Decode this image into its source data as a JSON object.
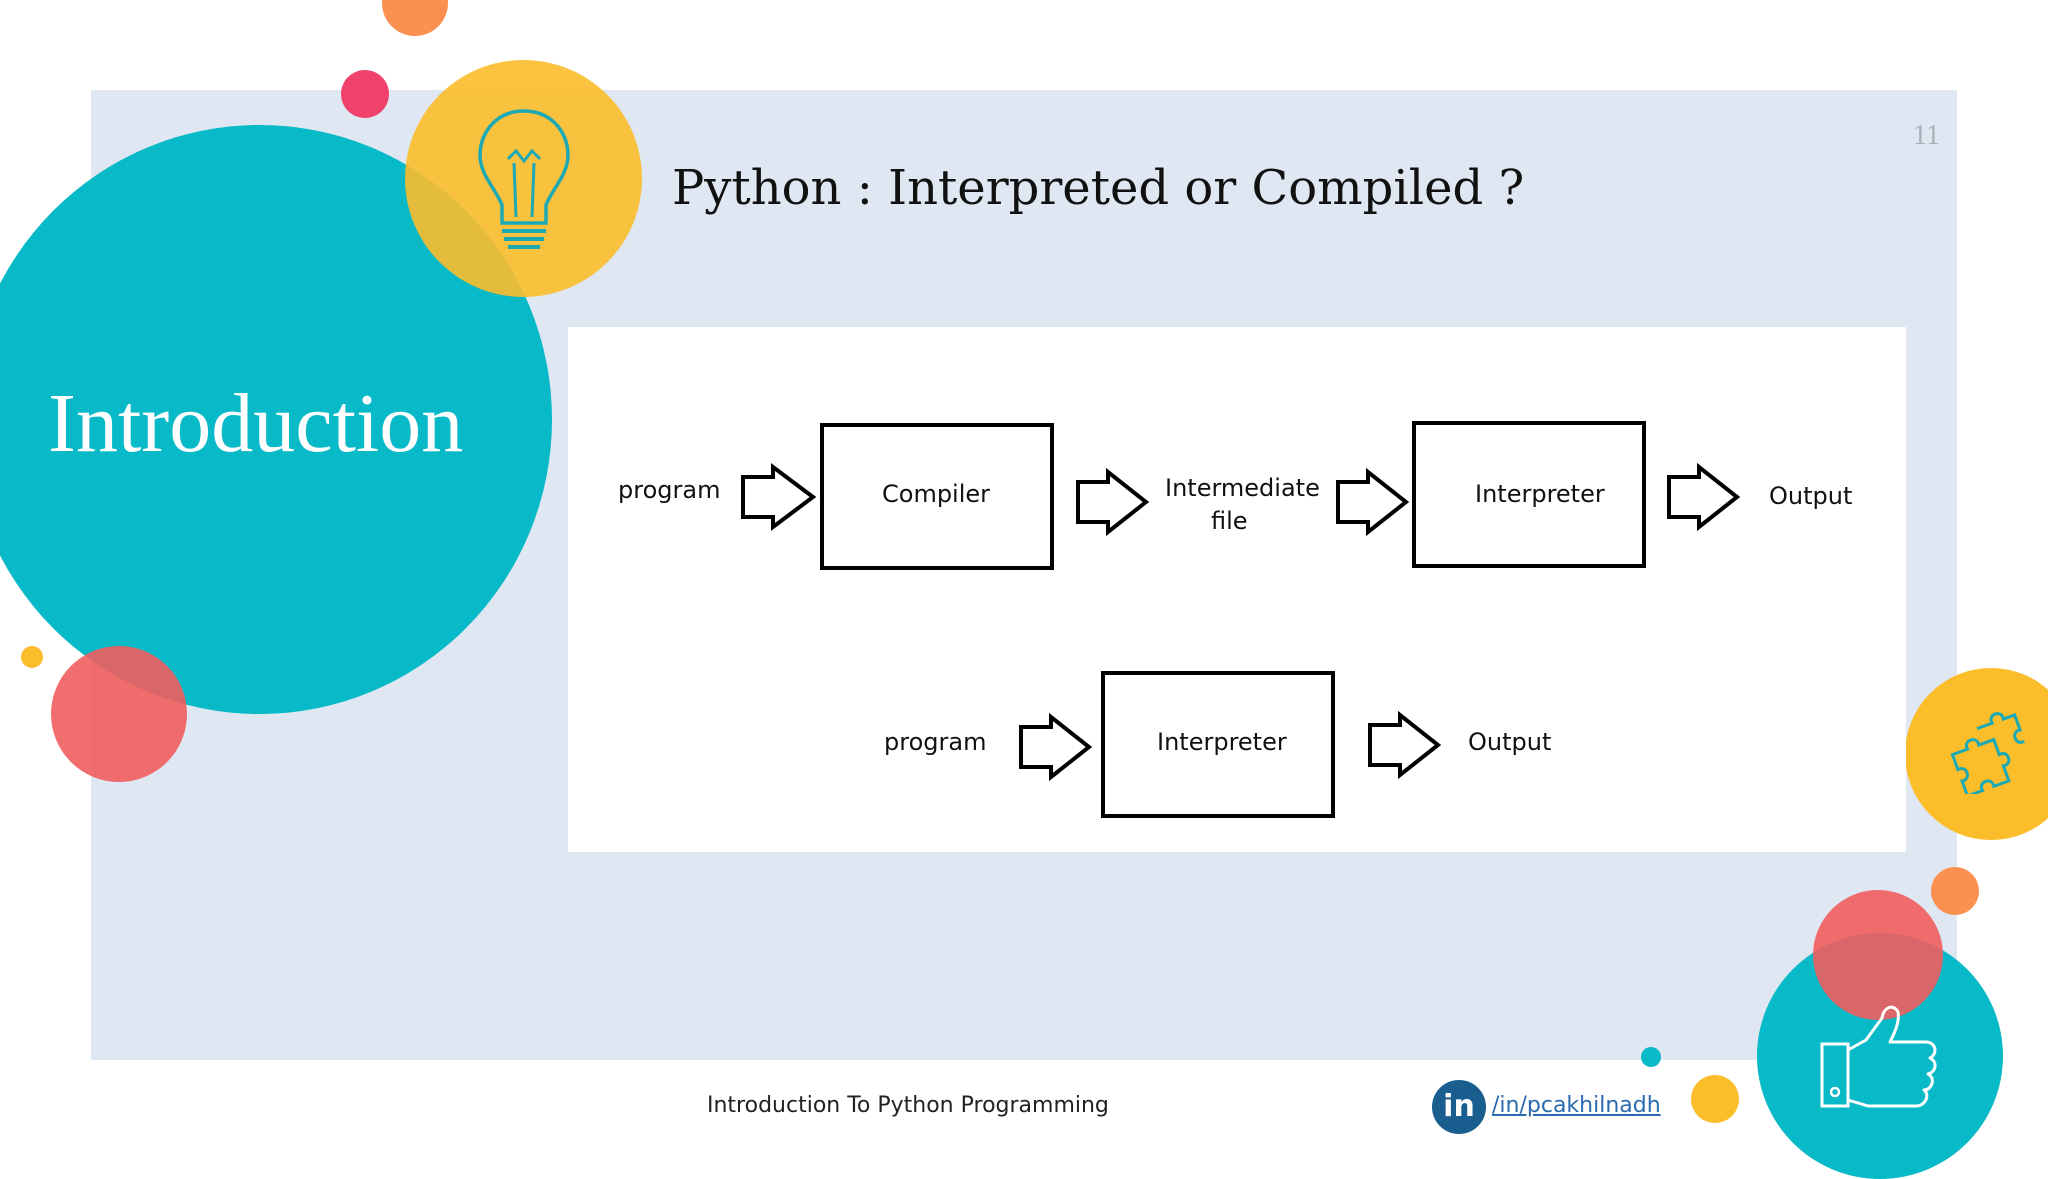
{
  "slide": {
    "number": "11",
    "title": "Python : Interpreted or Compiled ?",
    "section_title": "Introduction"
  },
  "diagram": {
    "row1": {
      "program": "program",
      "compiler": "Compiler",
      "intermediate_line1": "Intermediate",
      "intermediate_line2": "file",
      "interpreter": "Interpreter",
      "output": "Output"
    },
    "row2": {
      "program": "program",
      "interpreter": "Interpreter",
      "output": "Output"
    }
  },
  "footer": {
    "text": "Introduction To Python Programming",
    "linkedin_badge": "in",
    "linkedin_link": "/in/pcakhilnadh"
  },
  "colors": {
    "panel": "#dfe7f2",
    "teal": "#08b9c8",
    "yellow": "#fbbd2a",
    "coral": "#f15d5d",
    "orange": "#fb9050",
    "pink": "#f0426a"
  },
  "icons": [
    "lightbulb-icon",
    "puzzle-icon",
    "thumbs-up-icon",
    "linkedin-icon"
  ]
}
